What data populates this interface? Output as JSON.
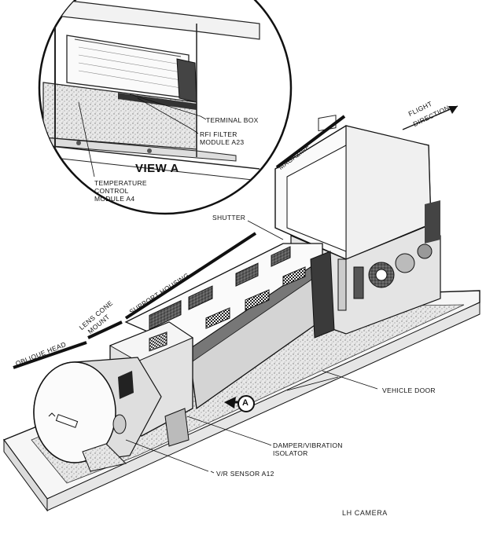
{
  "labels": {
    "terminal_box": "TERMINAL BOX",
    "rfi_filter_1": "RFI FILTER",
    "rfi_filter_2": "MODULE A23",
    "view_a": "VIEW A",
    "temp_1": "TEMPERATURE",
    "temp_2": "CONTROL",
    "temp_3": "MODULE A4",
    "magazine": "MAGAZINE",
    "flight_1": "FLIGHT",
    "flight_2": "DIRECTION",
    "shutter": "SHUTTER",
    "support_housing": "SUPPORT HOUSING",
    "lens_cone_1": "LENS CONE",
    "lens_cone_2": "MOUNT",
    "oblique_head": "OBLIQUE HEAD",
    "vehicle_door": "VEHICLE DOOR",
    "damper_1": "DAMPER/VIBRATION",
    "damper_2": "ISOLATOR",
    "vr_sensor": "V/R SENSOR A12",
    "callout_a": "A",
    "caption": "LH CAMERA"
  },
  "icons": [
    "arrow-right-icon",
    "callout-a-icon"
  ]
}
